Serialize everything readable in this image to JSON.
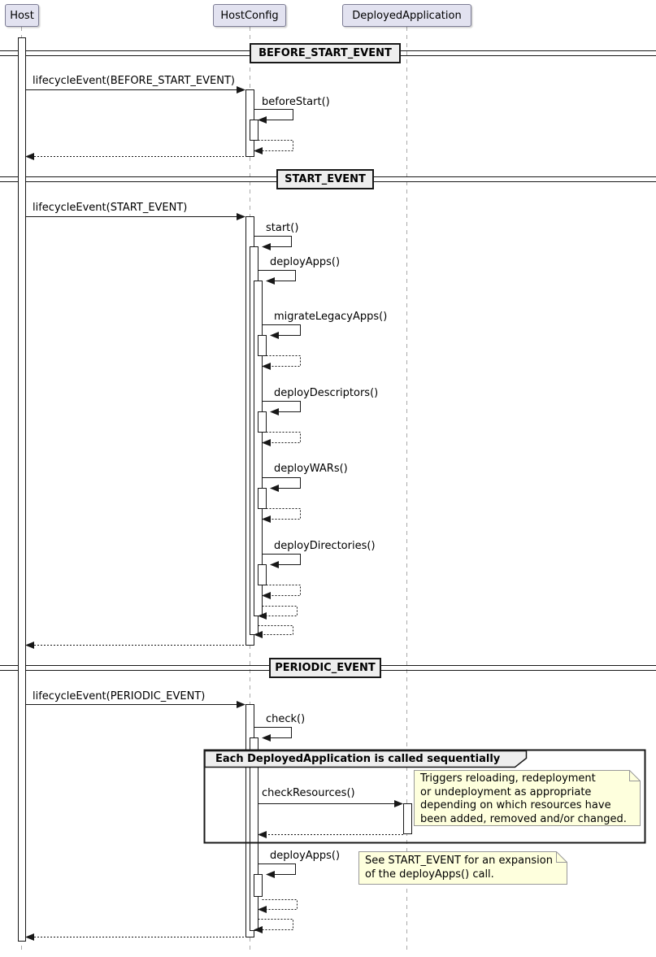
{
  "participants": [
    {
      "name": "Host"
    },
    {
      "name": "HostConfig"
    },
    {
      "name": "DeployedApplication"
    }
  ],
  "dividers": [
    {
      "label": "BEFORE_START_EVENT"
    },
    {
      "label": "START_EVENT"
    },
    {
      "label": "PERIODIC_EVENT"
    }
  ],
  "messages": {
    "lifecycle_before_start": "lifecycleEvent(BEFORE_START_EVENT)",
    "before_start": "beforeStart()",
    "lifecycle_start": "lifecycleEvent(START_EVENT)",
    "start": "start()",
    "deploy_apps": "deployApps()",
    "migrate_legacy_apps": "migrateLegacyApps()",
    "deploy_descriptors": "deployDescriptors()",
    "deploy_wars": "deployWARs()",
    "deploy_directories": "deployDirectories()",
    "lifecycle_periodic": "lifecycleEvent(PERIODIC_EVENT)",
    "check": "check()",
    "check_resources": "checkResources()",
    "deploy_apps_periodic": "deployApps()"
  },
  "group": {
    "label": "Each DeployedApplication is called sequentially"
  },
  "notes": {
    "check_resources_note": "Triggers reloading, redeployment\nor undeployment as appropriate\ndepending on which resources have\nbeen added, removed and/or changed.",
    "deploy_apps_note": "See START_EVENT for an expansion\nof the deployApps() call."
  },
  "colors": {
    "participant_fill": "#E2E2F0",
    "participant_border": "#7c7c94",
    "divider_fill": "#EEEEEE",
    "note_fill": "#FEFFDD",
    "note_border": "#999999",
    "activation_fill": "#FFFFFF",
    "line": "#181818",
    "lifeline": "#AAAAAA"
  }
}
